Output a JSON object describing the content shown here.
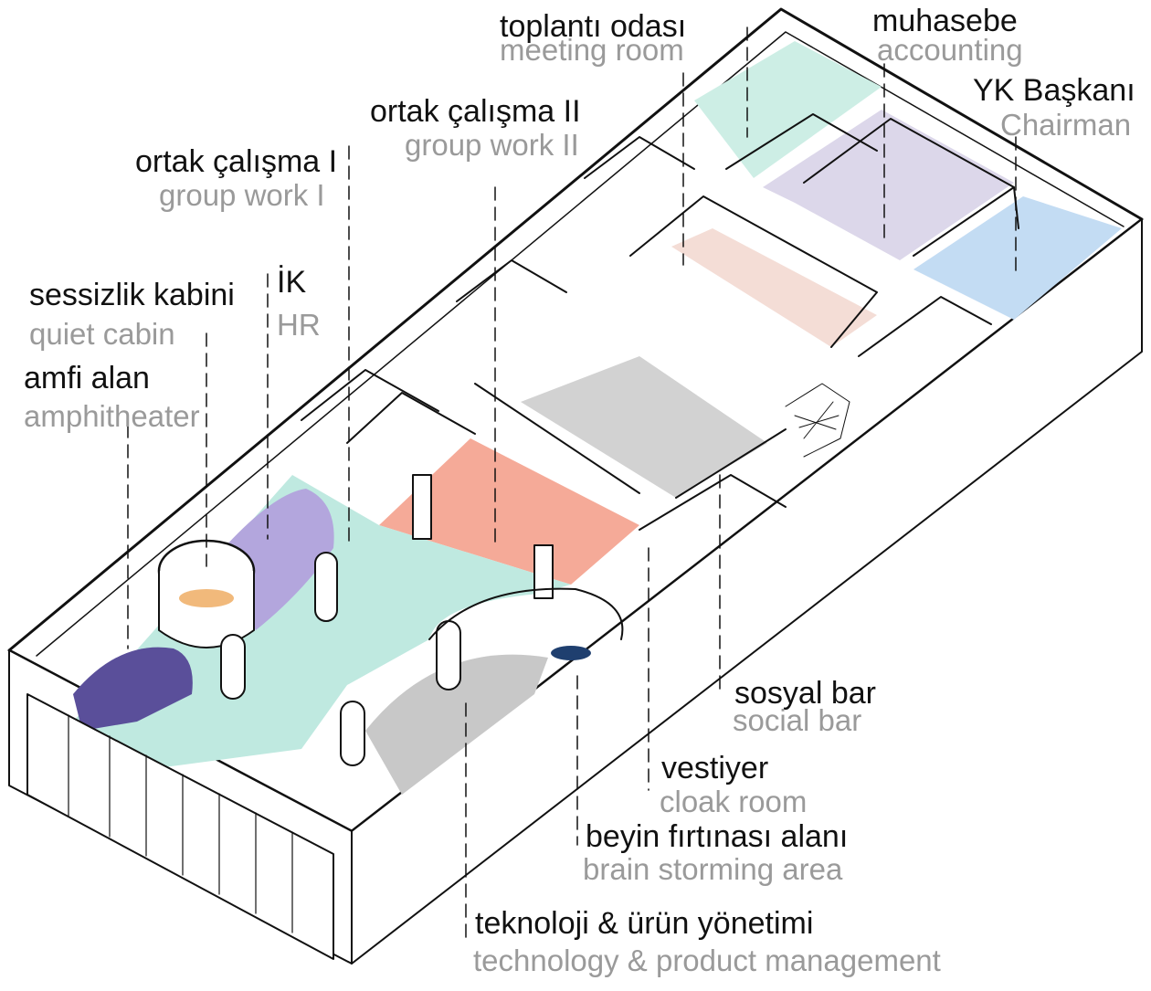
{
  "colors": {
    "mint": "#bfe9e0",
    "purple": "#b3a6dd",
    "dark_purple": "#5a4f9a",
    "salmon": "#f5aa98",
    "gray": "#c8c8c8",
    "blue": "#c3dcf3",
    "lavender": "#dcd7ea",
    "pink": "#f4ddd6",
    "orange": "#f1b97b",
    "navy": "#1f3f6f",
    "line": "#111111"
  },
  "labels": {
    "meeting": {
      "tr": "toplantı odası",
      "en": "meeting room"
    },
    "accounting": {
      "tr": "muhasebe",
      "en": "accounting"
    },
    "chairman": {
      "tr": "YK Başkanı",
      "en": "Chairman"
    },
    "group2": {
      "tr": "ortak çalışma II",
      "en": "group work II"
    },
    "group1": {
      "tr": "ortak çalışma I",
      "en": "group work I"
    },
    "hr": {
      "tr": "İK",
      "en": "HR"
    },
    "quiet": {
      "tr": "sessizlik kabini",
      "en": "quiet cabin"
    },
    "amphi": {
      "tr": "amfi alan",
      "en": "amphitheater"
    },
    "social": {
      "tr": "sosyal bar",
      "en": "social bar"
    },
    "cloak": {
      "tr": "vestiyer",
      "en": "cloak room"
    },
    "brainstorm": {
      "tr": "beyin fırtınası alanı",
      "en": "brain storming area"
    },
    "tech": {
      "tr": "teknoloji & ürün yönetimi",
      "en": "technology & product management"
    }
  }
}
